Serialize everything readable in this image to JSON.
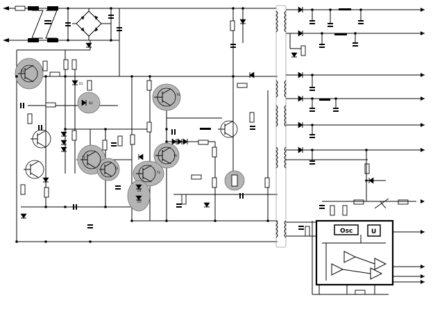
{
  "diagram": {
    "transistor_labels": [
      "T1",
      "T2",
      "T3",
      "T4",
      "T5",
      "T6"
    ],
    "diode_labels": [
      "D1",
      "D2",
      "D3",
      "D4",
      "D5"
    ],
    "ic": {
      "oscillator_label": "Osc",
      "u_label": "U"
    },
    "colors": {
      "wire": "#000000",
      "highlight": "#b4b4b4",
      "transformer_outline": "#b0b0b0"
    }
  }
}
